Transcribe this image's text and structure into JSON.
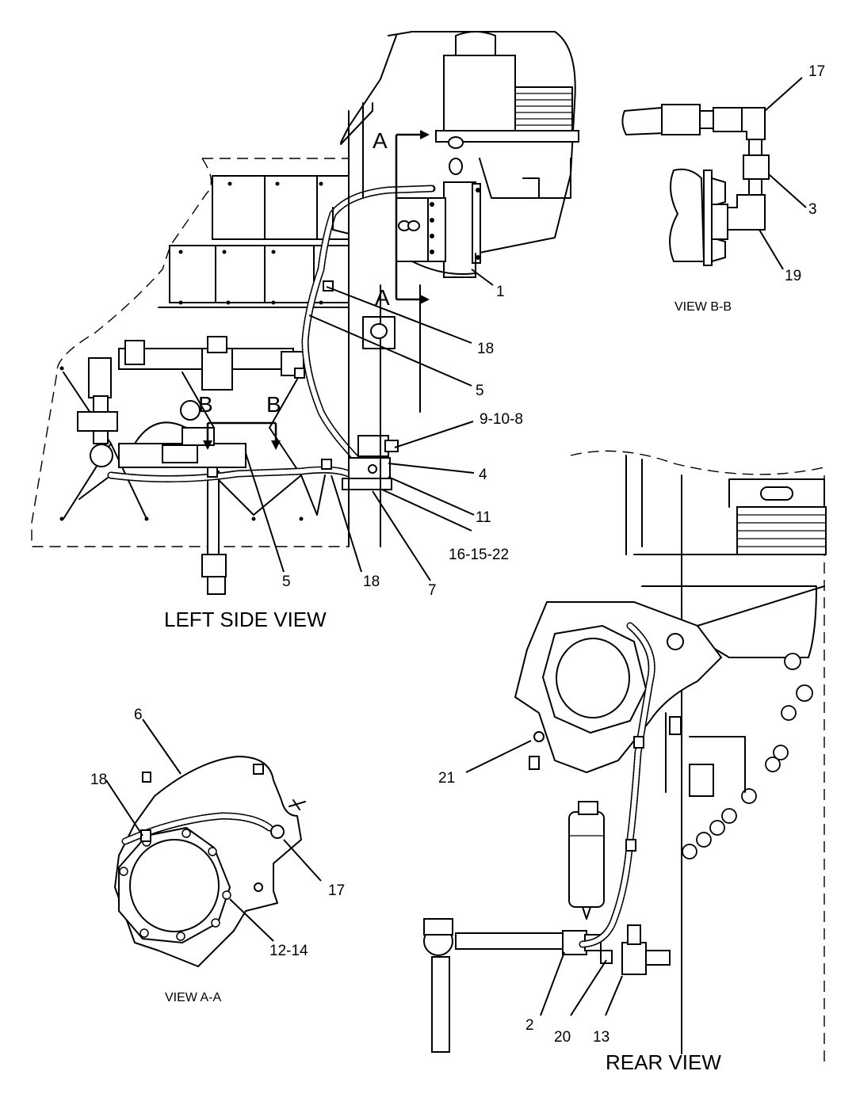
{
  "views": {
    "left_side": "LEFT SIDE VIEW",
    "rear": "REAR VIEW",
    "a_a": "VIEW A-A",
    "b_b": "VIEW B-B"
  },
  "section_markers": {
    "a_top": "A",
    "a_bottom": "A",
    "b_left": "B",
    "b_right": "B"
  },
  "callouts": {
    "c17_bb": "17",
    "c3": "3",
    "c19": "19",
    "c1": "1",
    "c18_upper": "18",
    "c5_upper": "5",
    "c9_10_8": "9-10-8",
    "c4": "4",
    "c11": "11",
    "c16_15_22": "16-15-22",
    "c5_lower": "5",
    "c18_lower": "18",
    "c7": "7",
    "c6": "6",
    "c18_aa": "18",
    "c17_aa": "17",
    "c12_14": "12-14",
    "c21": "21",
    "c2": "2",
    "c20": "20",
    "c13": "13"
  }
}
